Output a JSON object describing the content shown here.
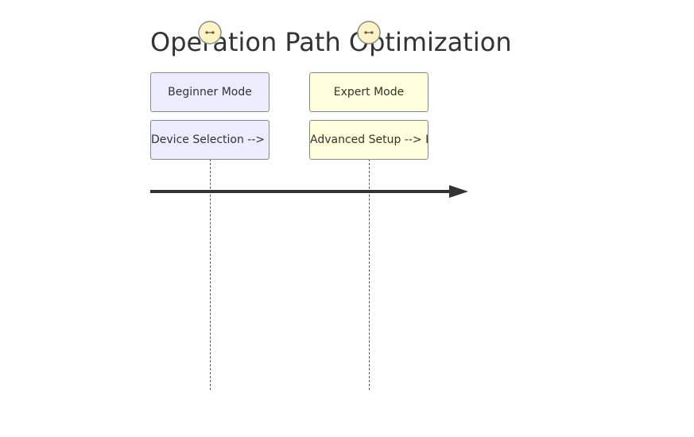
{
  "diagram": {
    "title": "Operation Path Optimization",
    "sections": [
      {
        "name": "Beginner Mode",
        "task": "Device Selection --> Scene Setup",
        "fill": "#ececff"
      },
      {
        "name": "Expert Mode",
        "task": "Advanced Setup --> Hardware Configuration",
        "fill": "#ffffde"
      }
    ],
    "colors": {
      "actor_fill": "#fff3c4",
      "actor_stroke": "#8a8a8a",
      "axis": "#333333",
      "lifeline": "#555555"
    },
    "icons": [
      "face-icon",
      "face-icon"
    ]
  }
}
